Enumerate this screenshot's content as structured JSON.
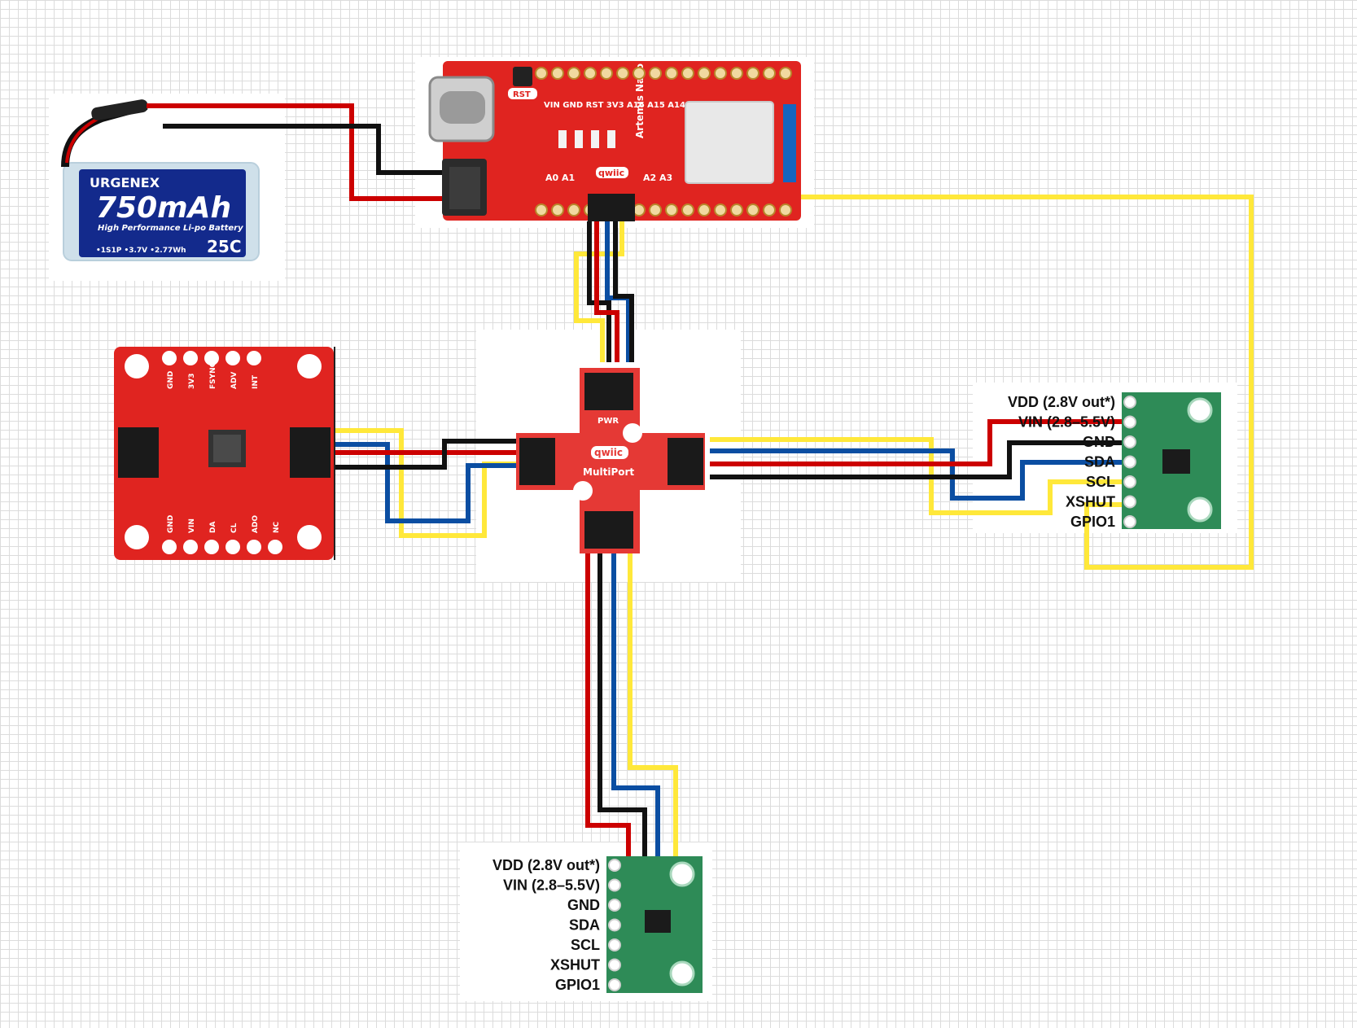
{
  "colors": {
    "red_wire": "#cc0000",
    "black_wire": "#111111",
    "blue_wire": "#0b4ea2",
    "yellow_wire": "#ffe83a",
    "sparkfun_red": "#e02420",
    "sensor_green": "#2e8b57"
  },
  "battery": {
    "brand": "URGENEX",
    "capacity": "750mAh",
    "subtitle": "High Performance Li-po Battery",
    "spec": "•1S1P •3.7V •2.77Wh",
    "rating": "25C"
  },
  "artemis": {
    "rst": "RST",
    "top_pins": "VIN GND RST 3V3 A16 A15 A14",
    "left_pins": "A0  A1",
    "right_pins": "A2  A3",
    "qwiic": "qwiic",
    "name": "Artemis Nano"
  },
  "multiport": {
    "qwiic": "qwiic",
    "name": "MultiPort",
    "pwr": "PWR"
  },
  "imu": {
    "top_pins": [
      "GND",
      "3V3",
      "FSYNC",
      "ADV",
      "INT"
    ],
    "bottom_pins": [
      "GND",
      "VIN",
      "DA",
      "CL",
      "ADO",
      "NC"
    ]
  },
  "tof_right": {
    "pins": [
      "VDD (2.8V out*)",
      "VIN (2.8–5.5V)",
      "GND",
      "SDA",
      "SCL",
      "XSHUT",
      "GPIO1"
    ]
  },
  "tof_bottom": {
    "pins": [
      "VDD (2.8V out*)",
      "VIN (2.8–5.5V)",
      "GND",
      "SDA",
      "SCL",
      "XSHUT",
      "GPIO1"
    ]
  }
}
